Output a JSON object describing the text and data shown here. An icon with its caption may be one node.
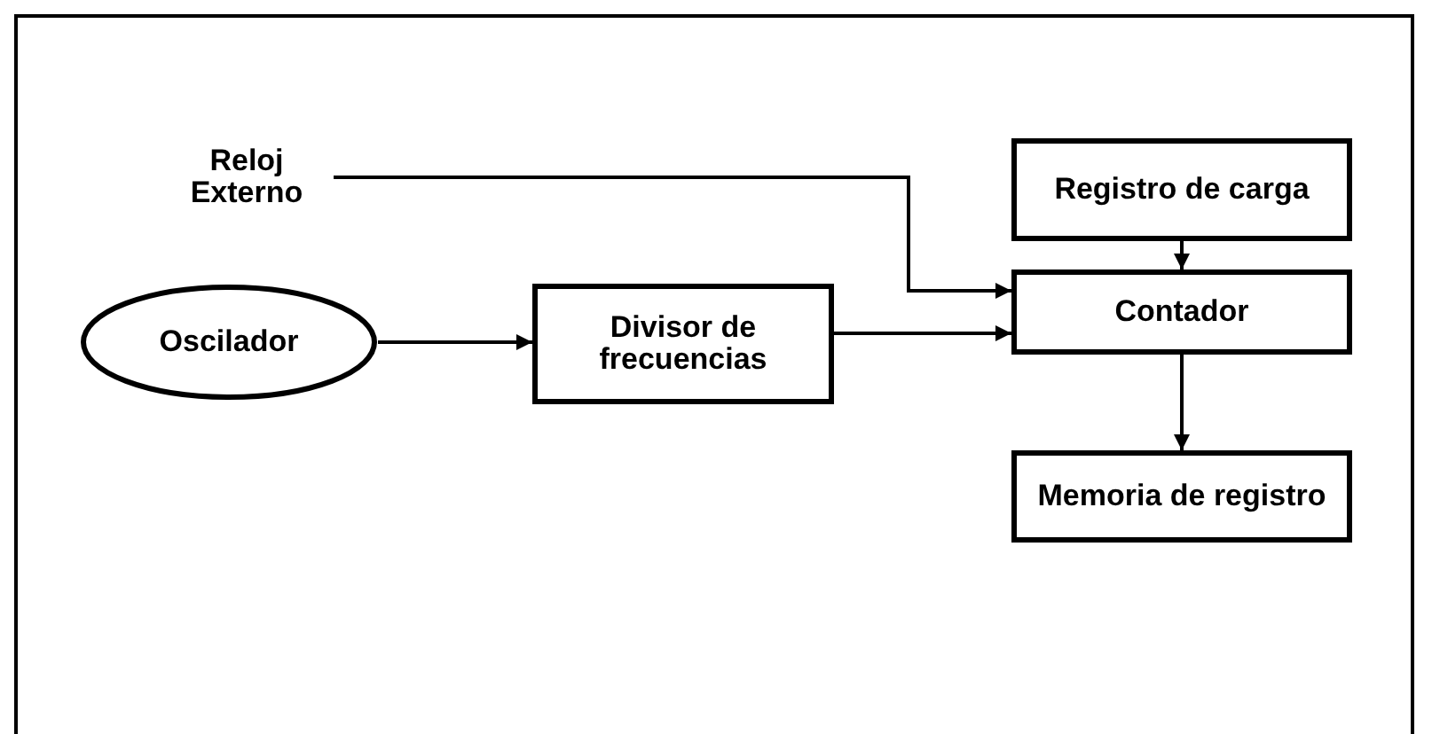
{
  "diagram": {
    "nodes": [
      {
        "text": [
          "Reloj Externo"
        ]
      },
      {
        "text": [
          "Oscilador"
        ]
      },
      {
        "text": [
          "Divisor de frecuencias"
        ]
      },
      {
        "text": [
          "Registro de carga"
        ]
      },
      {
        "text": [
          "Contador"
        ]
      },
      {
        "text": [
          "Memoria de registro"
        ]
      }
    ],
    "edges": [
      {
        "from": 0,
        "to": 4,
        "arrow": "to"
      },
      {
        "from": 1,
        "to": 2,
        "arrow": "to"
      },
      {
        "from": 2,
        "to": 4,
        "arrow": "to"
      },
      {
        "from": 3,
        "to": 4,
        "arrow": "to"
      },
      {
        "from": 4,
        "to": 5,
        "arrow": "to"
      }
    ]
  }
}
